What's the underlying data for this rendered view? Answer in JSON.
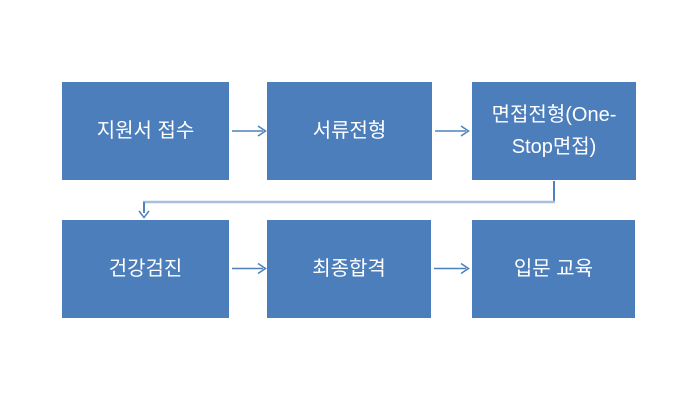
{
  "colors": {
    "background": "#ffffff",
    "box_fill": "#4d7ebc",
    "box_text": "#ffffff",
    "arrow": "#4f81bd",
    "connector_light": "#a9bfdd"
  },
  "flow": {
    "rows": [
      {
        "steps": [
          {
            "label": "지원서 접수"
          },
          {
            "label": "서류전형"
          },
          {
            "label": "면접전형(One-Stop면접)"
          }
        ]
      },
      {
        "steps": [
          {
            "label": "건강검진"
          },
          {
            "label": "최종합격"
          },
          {
            "label": "입문 교육"
          }
        ]
      }
    ]
  }
}
